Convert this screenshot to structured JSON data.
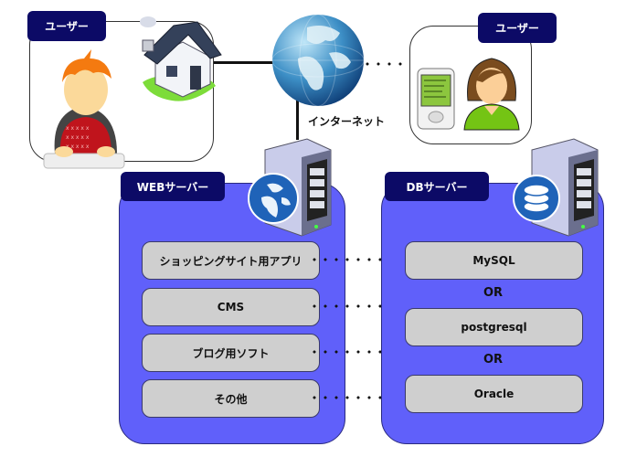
{
  "diagram": {
    "internet": {
      "label": "インターネット",
      "icon": "globe-icon"
    },
    "home_user": {
      "tab_label": "ユーザー",
      "icons": [
        "person-at-keyboard-icon",
        "house-icon"
      ]
    },
    "mobile_user": {
      "tab_label": "ユーザー",
      "icons": [
        "smartphone-icon",
        "female-user-icon"
      ]
    },
    "web_server": {
      "tab_label": "WEBサーバー",
      "icons": [
        "server-tower-icon",
        "globe-badge-icon"
      ],
      "items": [
        {
          "label": "ショッピングサイト用アプリ"
        },
        {
          "label": "CMS"
        },
        {
          "label": "ブログ用ソフト"
        },
        {
          "label": "その他"
        }
      ]
    },
    "db_server": {
      "tab_label": "DBサーバー",
      "icons": [
        "server-tower-icon",
        "database-icon"
      ],
      "items": [
        {
          "label": "MySQL"
        },
        {
          "label": "postgresql"
        },
        {
          "label": "Oracle"
        }
      ],
      "separator": "OR"
    },
    "colors": {
      "tab_bg": "#0c0a66",
      "panel_bg": "#6060fa",
      "item_bg": "#cfcfcf"
    }
  }
}
